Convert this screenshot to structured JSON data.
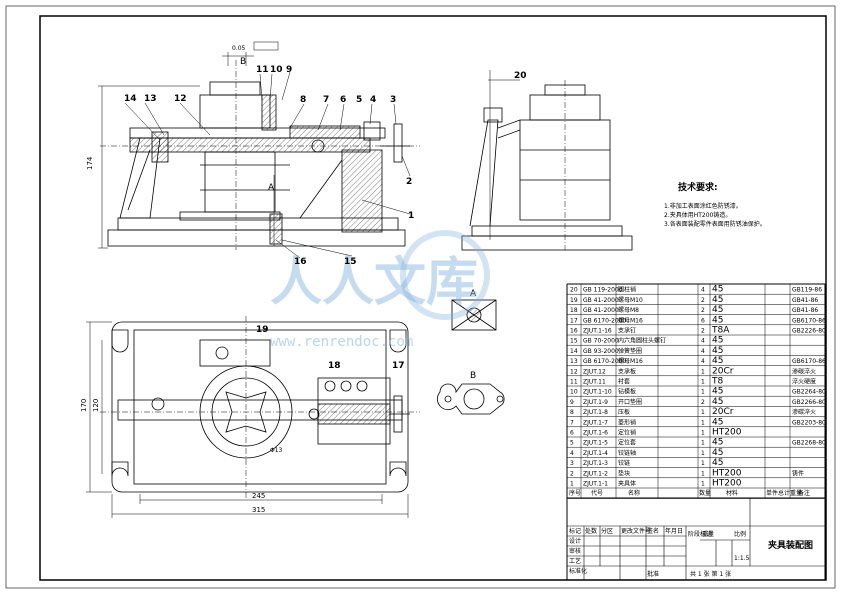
{
  "tech_requirements": {
    "title": "技术要求:",
    "items": [
      "1.非加工表面涂红色防锈漆。",
      "2.夹具体用HT200铸造。",
      "3.各表面装配零件表面用防锈油保护。"
    ]
  },
  "callouts": [
    "1",
    "2",
    "3",
    "4",
    "5",
    "6",
    "7",
    "8",
    "9",
    "10",
    "11",
    "12",
    "13",
    "14",
    "15",
    "16",
    "17",
    "18",
    "19",
    "20"
  ],
  "section_marks": {
    "a": "A",
    "b": "B"
  },
  "dimensions": {
    "width_total": "315",
    "width_inner": "245",
    "height_front": "174",
    "depth_a": "170",
    "depth_b": "120",
    "top_tol": "0.05",
    "radius_mark": "Φ13"
  },
  "bom": {
    "rows": [
      {
        "no": "20",
        "code": "GB 119-2000",
        "name": "圆柱销",
        "qty": "4",
        "mat": "45",
        "note": "GB119-86"
      },
      {
        "no": "19",
        "code": "GB 41-2000",
        "name": "螺母M10",
        "qty": "2",
        "mat": "45",
        "note": "GB41-86"
      },
      {
        "no": "18",
        "code": "GB 41-2000",
        "name": "螺母M8",
        "qty": "2",
        "mat": "45",
        "note": "GB41-86"
      },
      {
        "no": "17",
        "code": "GB 6170-2000",
        "name": "螺母M16",
        "qty": "6",
        "mat": "45",
        "note": "GB6170-86"
      },
      {
        "no": "16",
        "code": "ZJUT.1-16",
        "name": "支承钉",
        "qty": "2",
        "mat": "T8A",
        "note": "GB2226-80"
      },
      {
        "no": "15",
        "code": "GB 70-2000",
        "name": "内六角圆柱头螺钉",
        "qty": "4",
        "mat": "45",
        "note": ""
      },
      {
        "no": "14",
        "code": "GB 93-2000",
        "name": "弹簧垫圈",
        "qty": "4",
        "mat": "45",
        "note": ""
      },
      {
        "no": "13",
        "code": "GB 6170-2000",
        "name": "螺母M16",
        "qty": "4",
        "mat": "45",
        "note": "GB6170-86"
      },
      {
        "no": "12",
        "code": "ZJUT.12",
        "name": "支承板",
        "qty": "1",
        "mat": "20Cr",
        "note": "渗碳淬火"
      },
      {
        "no": "11",
        "code": "ZJUT.11",
        "name": "衬套",
        "qty": "1",
        "mat": "T8",
        "note": "淬火硬度"
      },
      {
        "no": "10",
        "code": "ZJUT.1-10",
        "name": "钻模板",
        "qty": "1",
        "mat": "45",
        "note": "GB2264-80"
      },
      {
        "no": "9",
        "code": "ZJUT.1-9",
        "name": "开口垫圈",
        "qty": "2",
        "mat": "45",
        "note": "GB2266-80"
      },
      {
        "no": "8",
        "code": "ZJUT.1-8",
        "name": "压板",
        "qty": "1",
        "mat": "20Cr",
        "note": "渗碳淬火"
      },
      {
        "no": "7",
        "code": "ZJUT.1-7",
        "name": "菱形销",
        "qty": "1",
        "mat": "45",
        "note": "GB2203-80"
      },
      {
        "no": "6",
        "code": "ZJUT.1-6",
        "name": "定位销",
        "qty": "1",
        "mat": "HT200",
        "note": ""
      },
      {
        "no": "5",
        "code": "ZJUT.1-5",
        "name": "定位套",
        "qty": "1",
        "mat": "45",
        "note": "GB2268-80"
      },
      {
        "no": "4",
        "code": "ZJUT.1-4",
        "name": "铰链轴",
        "qty": "1",
        "mat": "45",
        "note": ""
      },
      {
        "no": "3",
        "code": "ZJUT.1-3",
        "name": "铰链",
        "qty": "1",
        "mat": "45",
        "note": ""
      },
      {
        "no": "2",
        "code": "ZJUT.1-2",
        "name": "垫块",
        "qty": "1",
        "mat": "HT200",
        "note": "铸件"
      },
      {
        "no": "1",
        "code": "ZJUT.1-1",
        "name": "夹具体",
        "qty": "1",
        "mat": "HT200",
        "note": ""
      }
    ],
    "header": {
      "no": "序号",
      "code": "代号",
      "name": "名称",
      "qty": "数量",
      "mat": "材料",
      "weight": "单件总计重量",
      "note": "备注"
    }
  },
  "title_block": {
    "drawing_title": "夹具装配图",
    "scale": "1:1.5",
    "sheet": "共 1 张 第 1 张",
    "labels": [
      "标记",
      "处数",
      "分区",
      "更改文件号",
      "签名",
      "年月日",
      "设计",
      "审核",
      "工艺",
      "标准化",
      "批准",
      "阶段标记",
      "重量",
      "比例"
    ]
  },
  "watermark": {
    "big": "人人文库",
    "small": "www.renrendoc.com"
  }
}
